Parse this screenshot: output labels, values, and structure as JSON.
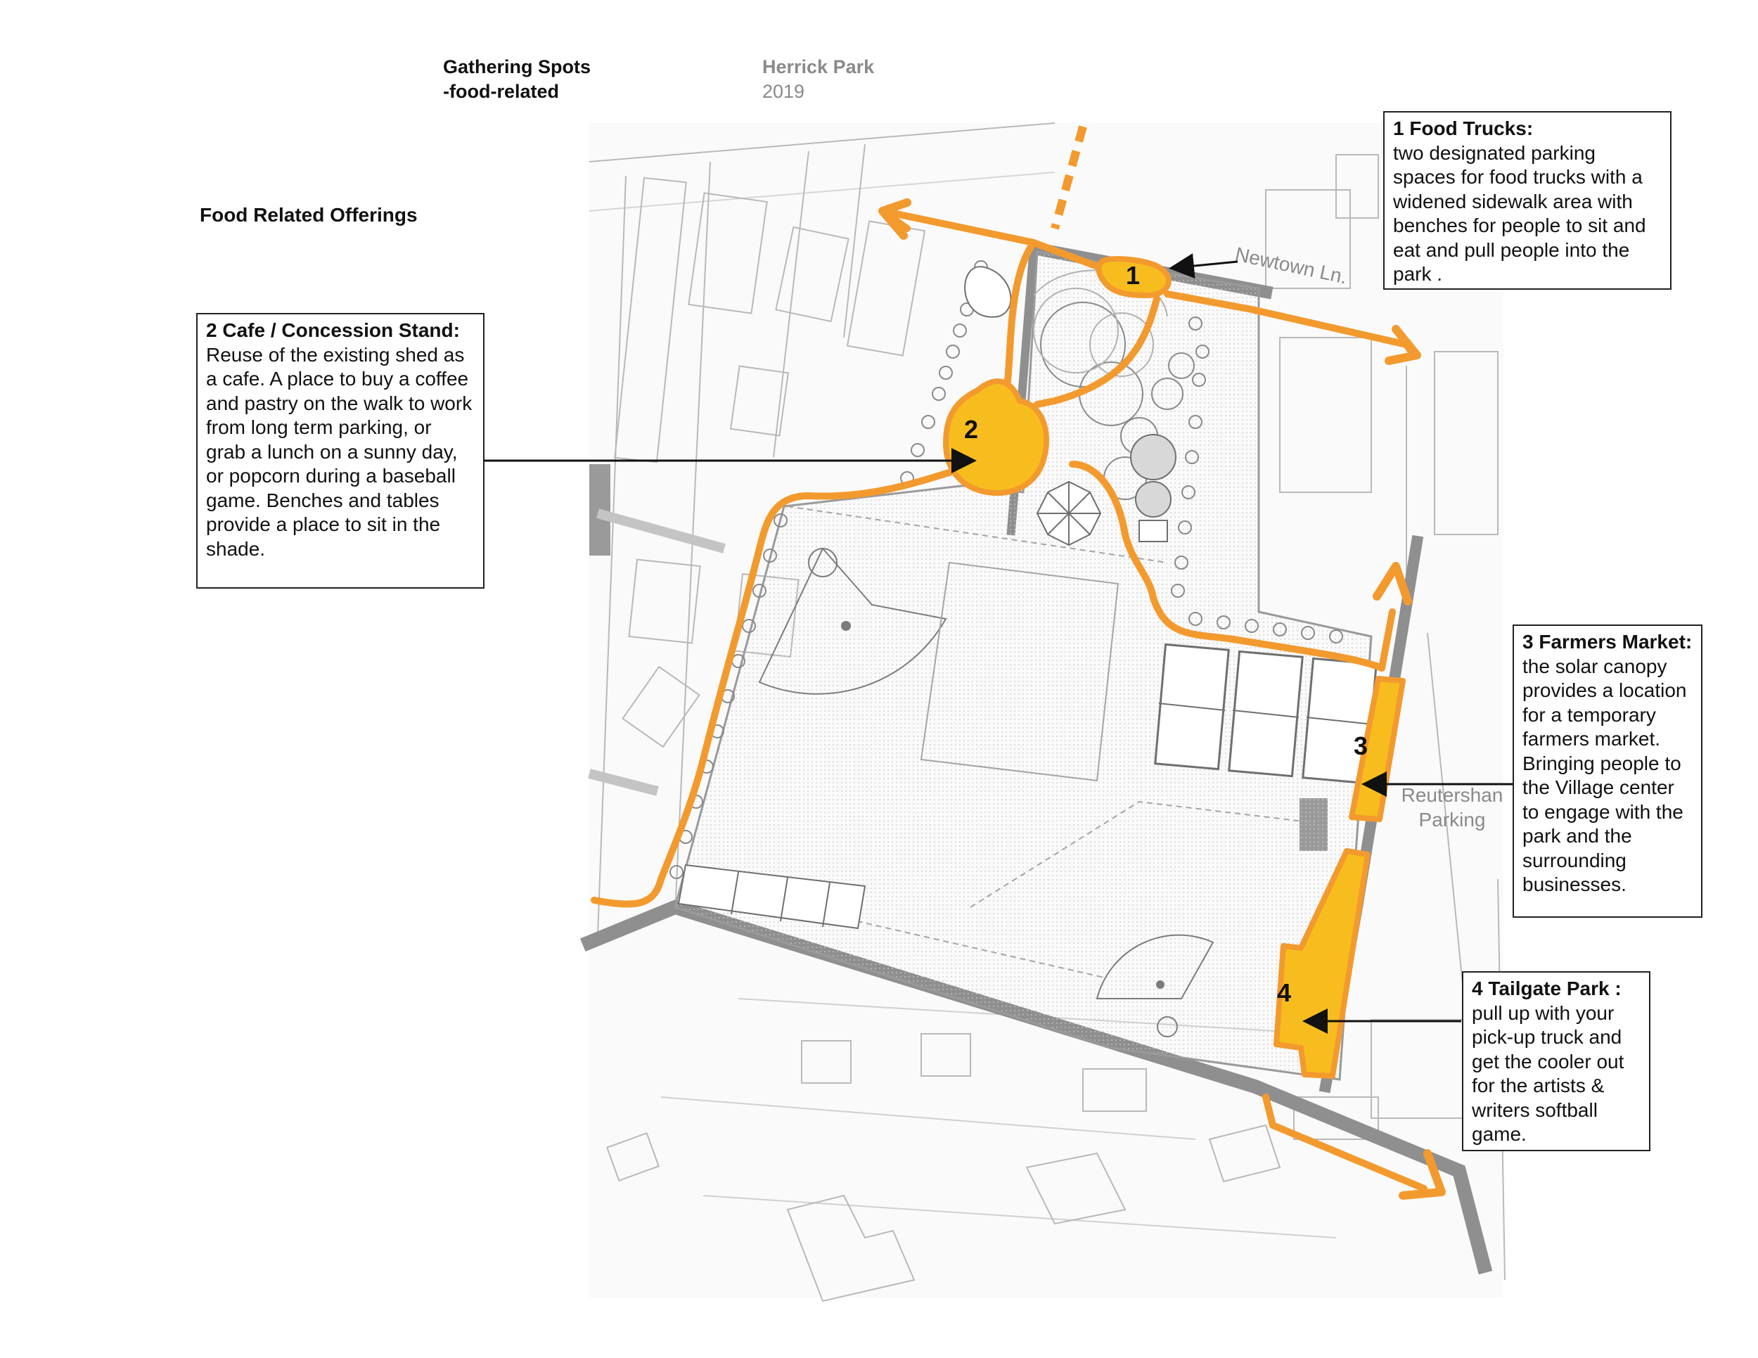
{
  "header": {
    "title_line1": "Gathering Spots",
    "title_line2": "-food-related",
    "project_name": "Herrick Park",
    "project_year": "2019"
  },
  "section_title": "Food Related Offerings",
  "map_labels": {
    "street": "Newtown Ln.",
    "parking_line1": "Reutershan",
    "parking_line2": "Parking"
  },
  "markers": [
    "1",
    "2",
    "3",
    "4"
  ],
  "callouts": [
    {
      "title": "1  Food Trucks:",
      "body": "two designated parking spaces for food trucks with a widened sidewalk area with benches for people to sit and eat and pull people into the park ."
    },
    {
      "title": "2  Cafe / Concession Stand:",
      "body": "Reuse of the existing shed as a cafe.  A place to buy a coffee and pastry on the walk to work from long term parking, or grab a lunch on a sunny day, or popcorn during a baseball game.  Benches and tables provide a place to sit in the shade."
    },
    {
      "title": "3  Farmers Market:",
      "body": "the solar canopy provides a location for a temporary farmers market. Bringing people to the Village center to engage with the park and the surrounding businesses."
    },
    {
      "title": "4  Tailgate Park :",
      "body": "pull up with your pick-up truck and get the cooler out for the artists & writers softball game."
    }
  ],
  "colors": {
    "path_orange": "#f39a2e",
    "highlight_yellow": "#f7bd1f",
    "road_gray": "#8f8f8f"
  },
  "icons": [
    "route-arrow-icon",
    "pointer-arrow-icon"
  ]
}
